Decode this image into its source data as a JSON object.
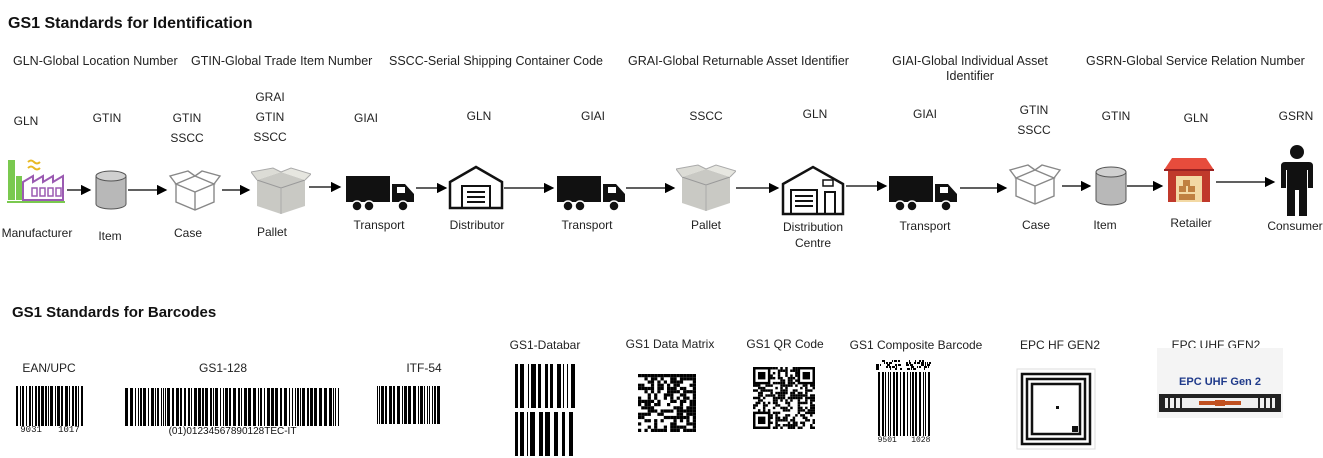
{
  "identification": {
    "title": "GS1 Standards for Identification",
    "definitions": [
      "GLN-Global Location Number",
      "GTIN-Global Trade Item Number",
      "SSCC-Serial Shipping Container Code",
      "GRAI-Global Returnable Asset Identifier",
      "GIAI-Global Individual Asset Identifier",
      "GSRN-Global Service Relation Number"
    ],
    "chain": [
      {
        "standards": [
          "GLN"
        ],
        "label": "Manufacturer",
        "icon": "factory-icon"
      },
      {
        "standards": [
          "GTIN"
        ],
        "label": "Item",
        "icon": "item-cylinder-icon"
      },
      {
        "standards": [
          "GTIN",
          "SSCC"
        ],
        "label": "Case",
        "icon": "box-icon"
      },
      {
        "standards": [
          "GRAI",
          "GTIN",
          "SSCC"
        ],
        "label": "Pallet",
        "icon": "pallet-icon"
      },
      {
        "standards": [
          "GIAI"
        ],
        "label": "Transport",
        "icon": "truck-icon"
      },
      {
        "standards": [
          "GLN"
        ],
        "label": "Distributor",
        "icon": "warehouse-icon"
      },
      {
        "standards": [
          "GIAI"
        ],
        "label": "Transport",
        "icon": "truck-icon"
      },
      {
        "standards": [
          "SSCC"
        ],
        "label": "Pallet",
        "icon": "pallet-icon"
      },
      {
        "standards": [
          "GLN"
        ],
        "label": "Distribution\nCentre",
        "icon": "distribution-centre-icon"
      },
      {
        "standards": [
          "GIAI"
        ],
        "label": "Transport",
        "icon": "truck-icon"
      },
      {
        "standards": [
          "GTIN",
          "SSCC"
        ],
        "label": "Case",
        "icon": "box-icon"
      },
      {
        "standards": [
          "GTIN"
        ],
        "label": "Item",
        "icon": "item-cylinder-icon"
      },
      {
        "standards": [
          "GLN"
        ],
        "label": "Retailer",
        "icon": "store-icon"
      },
      {
        "standards": [
          "GSRN"
        ],
        "label": "Consumer",
        "icon": "person-icon"
      }
    ]
  },
  "barcodes": {
    "title": "GS1 Standards for Barcodes",
    "items": [
      {
        "label": "EAN/UPC",
        "caption": "9031   1017"
      },
      {
        "label": "GS1-128",
        "caption": "(01)01234567890128TEC-IT"
      },
      {
        "label": "ITF-54",
        "caption": ""
      },
      {
        "label": "GS1-Databar",
        "caption": ""
      },
      {
        "label": "GS1 Data Matrix",
        "caption": ""
      },
      {
        "label": "GS1 QR Code",
        "caption": ""
      },
      {
        "label": "GS1 Composite Barcode",
        "caption": "9501   1028"
      },
      {
        "label": "EPC HF GEN2",
        "caption": ""
      },
      {
        "label": "EPC UHF GEN2",
        "caption": "EPC UHF Gen 2"
      }
    ]
  }
}
